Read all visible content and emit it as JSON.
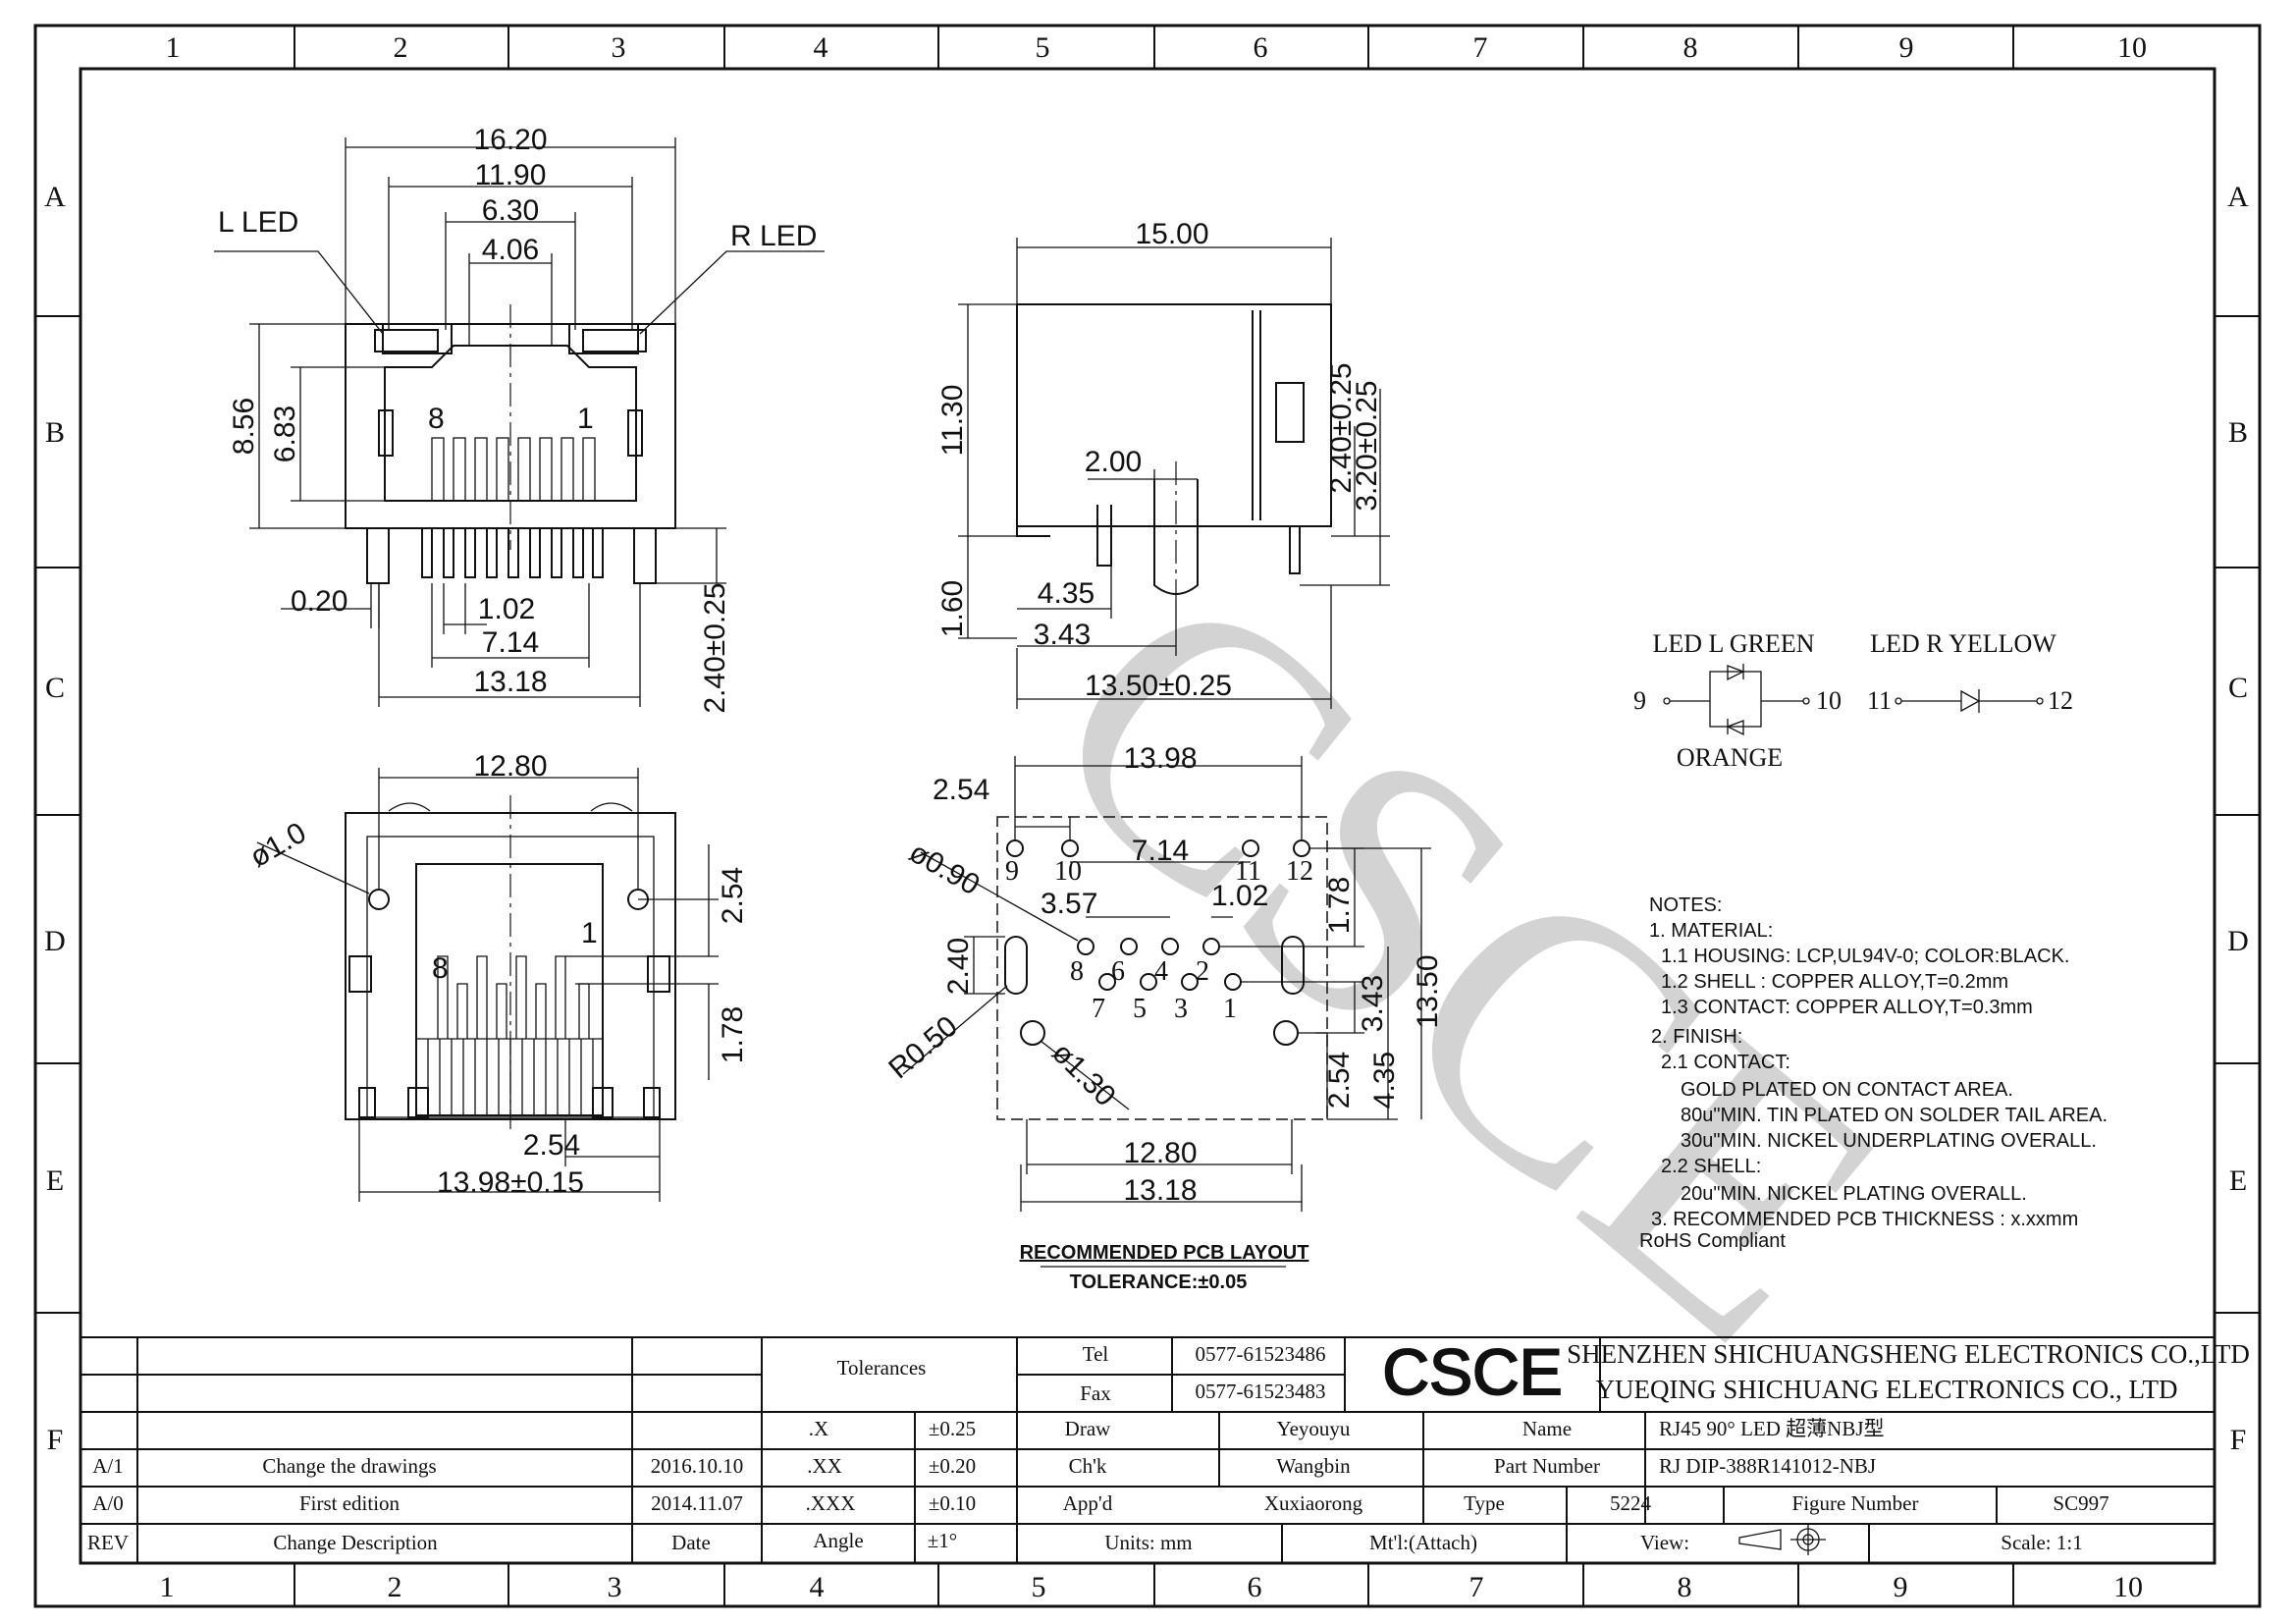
{
  "grid": {
    "columns": [
      "1",
      "2",
      "3",
      "4",
      "5",
      "6",
      "7",
      "8",
      "9",
      "10"
    ],
    "rows": [
      "A",
      "B",
      "C",
      "D",
      "E",
      "F"
    ]
  },
  "front_view": {
    "label_left_led": "L LED",
    "label_right_led": "R LED",
    "dims": [
      "16.20",
      "11.90",
      "6.30",
      "4.06",
      "8.56",
      "6.83",
      "0.20",
      "1.02",
      "7.14",
      "13.18",
      "2.40±0.25"
    ],
    "pin_labels": [
      "8",
      "1"
    ]
  },
  "side_view": {
    "dims": [
      "15.00",
      "11.30",
      "2.00",
      "2.40±0.25",
      "3.20±0.25",
      "1.60",
      "4.35",
      "3.43",
      "13.50±0.25"
    ]
  },
  "bottom_view": {
    "dims": [
      "12.80",
      "ø1.0",
      "2.54",
      "1.78",
      "2.54",
      "13.98±0.15"
    ],
    "pin_labels": [
      "1",
      "8"
    ]
  },
  "pcb_layout": {
    "dims": [
      "13.98",
      "2.54",
      "ø0.90",
      "7.14",
      "3.57",
      "1.02",
      "1.78",
      "2.40",
      "R0.50",
      "ø1.30",
      "3.43",
      "13.50",
      "2.54",
      "4.35",
      "12.80",
      "13.18"
    ],
    "pin_labels": [
      "9",
      "10",
      "11",
      "12",
      "8",
      "6",
      "4",
      "2",
      "7",
      "5",
      "3",
      "1"
    ],
    "caption": "RECOMMENDED PCB LAYOUT",
    "tolerance": "TOLERANCE:±0.05"
  },
  "led_schematic": {
    "left_title": "LED L GREEN",
    "left_bottom": "ORANGE",
    "right_title": "LED R YELLOW",
    "pins": [
      "9",
      "10",
      "11",
      "12"
    ]
  },
  "watermark": "CSCE",
  "notes": [
    "NOTES:",
    "1. MATERIAL:",
    "1.1 HOUSING: LCP,UL94V-0; COLOR:BLACK.",
    "1.2 SHELL : COPPER ALLOY,T=0.2mm",
    "1.3 CONTACT: COPPER ALLOY,T=0.3mm",
    "2. FINISH:",
    "2.1 CONTACT:",
    "GOLD PLATED ON CONTACT AREA.",
    "80u\"MIN. TIN PLATED ON SOLDER TAIL AREA.",
    "30u\"MIN. NICKEL UNDERPLATING OVERALL.",
    "2.2 SHELL:",
    "20u\"MIN. NICKEL PLATING OVERALL.",
    "3. RECOMMENDED PCB THICKNESS : x.xxmm",
    "RoHS  Compliant"
  ],
  "title_block": {
    "tolerances": "Tolerances",
    "tol_rows": [
      {
        "k": ".X",
        "v": "±0.25"
      },
      {
        "k": ".XX",
        "v": "±0.20"
      },
      {
        "k": ".XXX",
        "v": "±0.10"
      },
      {
        "k": "Angle",
        "v": "±1°"
      }
    ],
    "tel_label": "Tel",
    "tel": "0577-61523486",
    "fax_label": "Fax",
    "fax": "0577-61523483",
    "logo": "CSCE",
    "company1": "SHENZHEN SHICHUANGSHENG ELECTRONICS CO.,LTD",
    "company2": "YUEQING SHICHUANG ELECTRONICS CO., LTD",
    "draw_label": "Draw",
    "draw": "Yeyouyu",
    "check_label": "Ch'k",
    "check": "Wangbin",
    "app_label": "App'd",
    "app": "Xuxiaorong",
    "name_label": "Name",
    "name": "RJ45 90° LED 超薄NBJ型",
    "part_label": "Part Number",
    "part": "RJ DIP-388R141012-NBJ",
    "type_label": "Type",
    "type": "5224",
    "figure_label": "Figure Number",
    "figure": "SC997",
    "units": "Units: mm",
    "material": "Mt'l:(Attach)",
    "view": "View:",
    "scale": "Scale: 1:1",
    "revisions": [
      {
        "rev": "A/1",
        "desc": "Change the drawings",
        "date": "2016.10.10"
      },
      {
        "rev": "A/0",
        "desc": "First edition",
        "date": "2014.11.07"
      }
    ],
    "rev_header": "REV",
    "desc_header": "Change Description",
    "date_header": "Date"
  }
}
